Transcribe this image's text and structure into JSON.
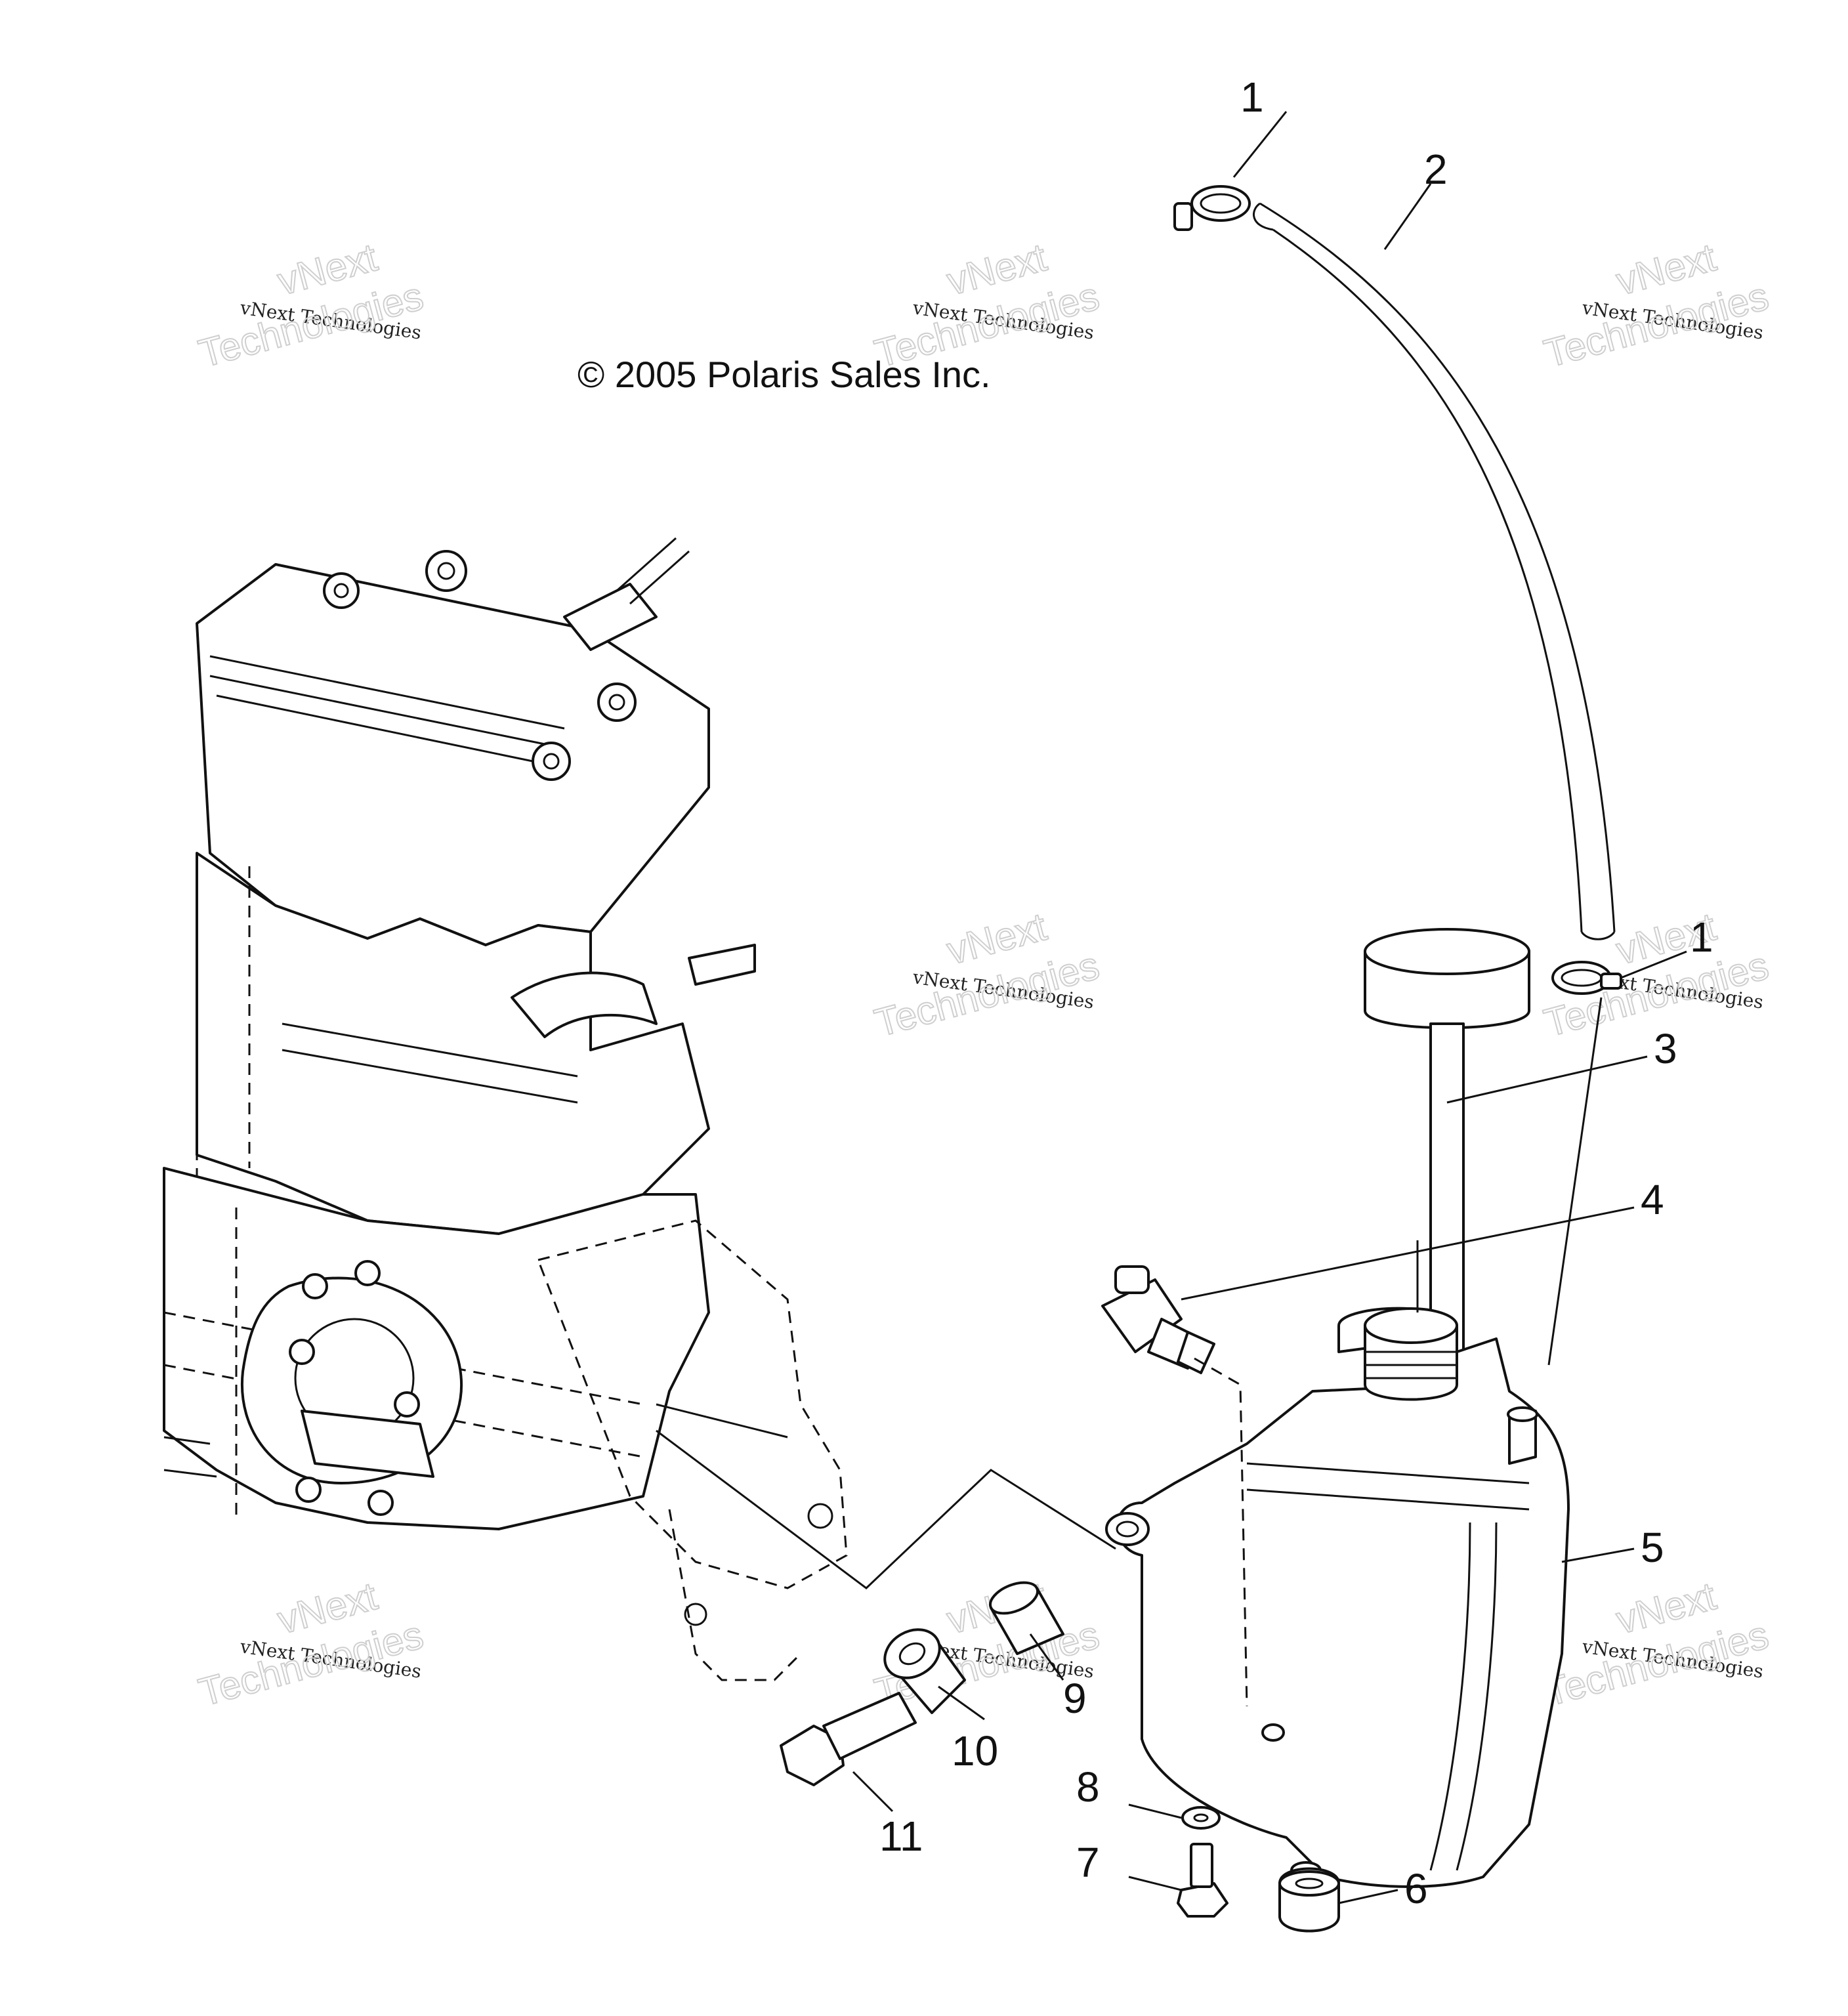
{
  "copyright": "© 2005 Polaris Sales Inc.",
  "watermark": {
    "line1": "vNext",
    "line2": "vNext Technologies",
    "line3": "Technologies"
  },
  "callouts": [
    "1",
    "2",
    "1",
    "3",
    "4",
    "5",
    "6",
    "7",
    "8",
    "9",
    "10",
    "11"
  ],
  "colors": {
    "line": "#111111",
    "watermark": "#cfcfcf",
    "background": "#ffffff"
  }
}
